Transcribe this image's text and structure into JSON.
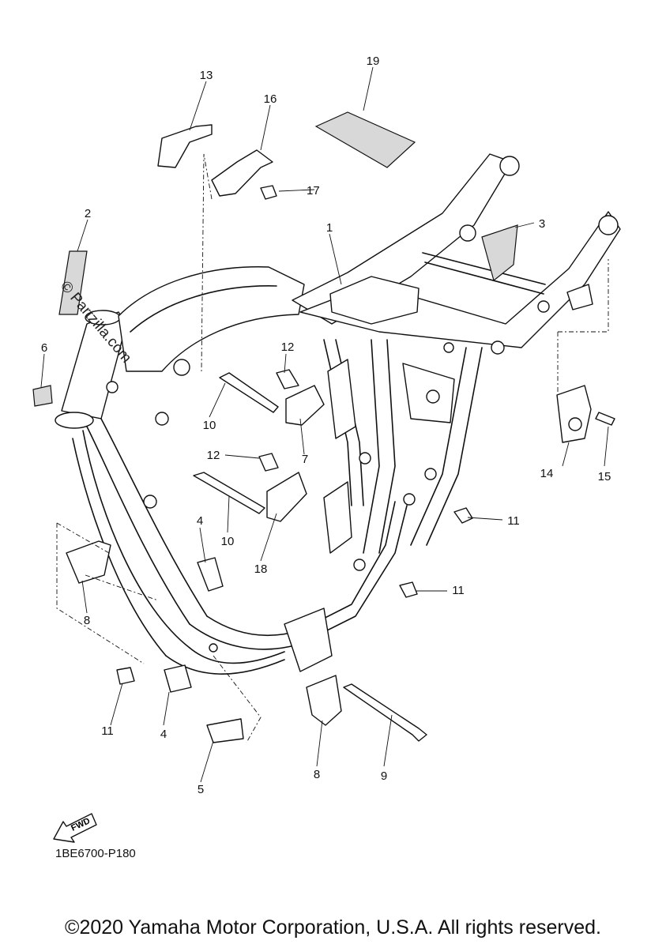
{
  "callouts": [
    {
      "id": "1",
      "label": "1"
    },
    {
      "id": "2",
      "label": "2"
    },
    {
      "id": "3",
      "label": "3"
    },
    {
      "id": "4a",
      "label": "4"
    },
    {
      "id": "4b",
      "label": "4"
    },
    {
      "id": "5",
      "label": "5"
    },
    {
      "id": "6",
      "label": "6"
    },
    {
      "id": "7",
      "label": "7"
    },
    {
      "id": "8a",
      "label": "8"
    },
    {
      "id": "8b",
      "label": "8"
    },
    {
      "id": "9",
      "label": "9"
    },
    {
      "id": "10a",
      "label": "10"
    },
    {
      "id": "10b",
      "label": "10"
    },
    {
      "id": "11a",
      "label": "11"
    },
    {
      "id": "11b",
      "label": "11"
    },
    {
      "id": "11c",
      "label": "11"
    },
    {
      "id": "12a",
      "label": "12"
    },
    {
      "id": "12b",
      "label": "12"
    },
    {
      "id": "13",
      "label": "13"
    },
    {
      "id": "14",
      "label": "14"
    },
    {
      "id": "15",
      "label": "15"
    },
    {
      "id": "16",
      "label": "16"
    },
    {
      "id": "17",
      "label": "17"
    },
    {
      "id": "18",
      "label": "18"
    },
    {
      "id": "19",
      "label": "19"
    }
  ],
  "fwd_label": "FWD",
  "diagram_code": "1BE6700-P180",
  "watermark": "© Partzilla.com",
  "copyright": "©2020 Yamaha Motor Corporation, U.S.A. All rights reserved."
}
